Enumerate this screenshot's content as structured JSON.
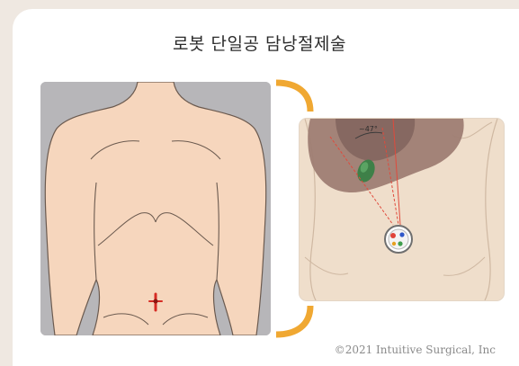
{
  "header": {
    "title": "로봇 단일공 담낭절제술"
  },
  "figure": {
    "left_illustration": "torso-front-view",
    "right_illustration": "single-port-robotic-view",
    "angle_label": "~47°",
    "accent_color": "#f0a832",
    "incision_color": "#d62b23"
  },
  "footer": {
    "credit": "©2021 Intuitive Surgical, Inc"
  }
}
